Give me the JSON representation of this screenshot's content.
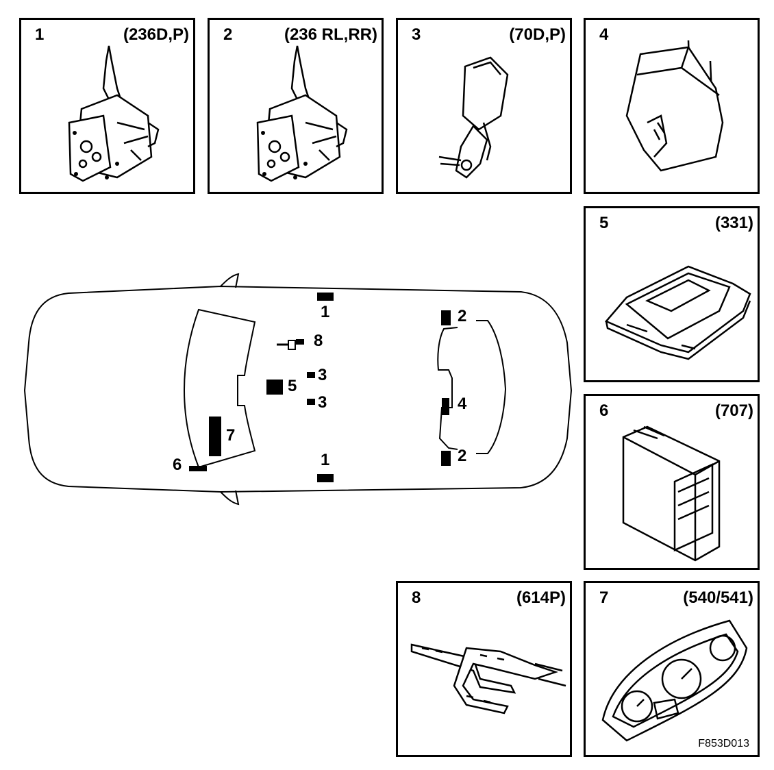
{
  "panels": [
    {
      "number": "1",
      "code": "(236D,P)",
      "icon": "seat-belt-retractor-icon"
    },
    {
      "number": "2",
      "code": "(236 RL,RR)",
      "icon": "seat-belt-retractor-icon"
    },
    {
      "number": "3",
      "code": "(70D,P)",
      "icon": "seat-belt-buckle-icon"
    },
    {
      "number": "4",
      "code": "",
      "icon": "rear-seat-sensor-icon"
    },
    {
      "number": "5",
      "code": "(331)",
      "icon": "control-module-icon"
    },
    {
      "number": "6",
      "code": "(707)",
      "icon": "electronic-unit-icon"
    },
    {
      "number": "8",
      "code": "(614P)",
      "icon": "seat-occupancy-sensor-mat-icon"
    },
    {
      "number": "7",
      "code": "(540/541)",
      "icon": "instrument-cluster-icon"
    }
  ],
  "car_labels": {
    "l1_top": "1",
    "l1_bottom": "1",
    "l2_top": "2",
    "l2_bottom": "2",
    "l3_top": "3",
    "l3_bottom": "3",
    "l4": "4",
    "l5": "5",
    "l6": "6",
    "l7": "7",
    "l8": "8"
  },
  "reference": "F853D013"
}
